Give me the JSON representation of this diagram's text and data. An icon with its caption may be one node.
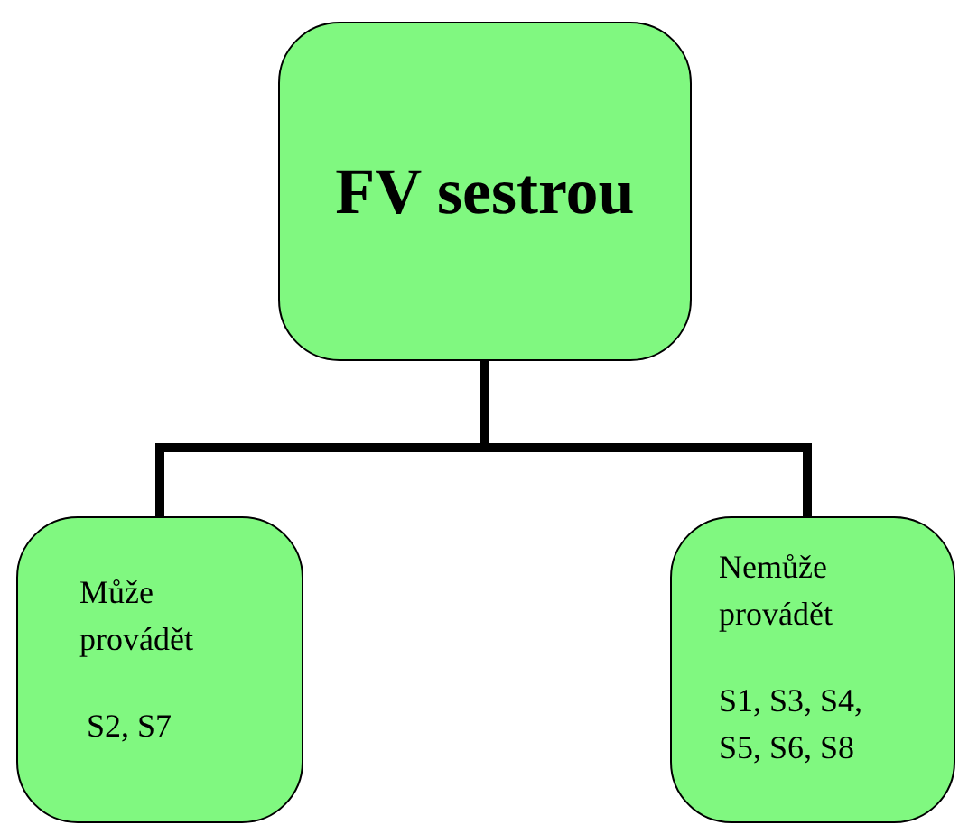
{
  "diagram": {
    "nodes": [
      {
        "text": [
          "FV sestrou"
        ]
      },
      {
        "text": [
          "Může provádět",
          "S2, S7"
        ]
      },
      {
        "text": [
          "Nemůže provádět",
          "S1, S3, S4, S5, S6, S8"
        ]
      }
    ],
    "edges": [
      {
        "from": 0,
        "to": 1,
        "arrow": "none"
      },
      {
        "from": 0,
        "to": 2,
        "arrow": "none"
      }
    ]
  }
}
